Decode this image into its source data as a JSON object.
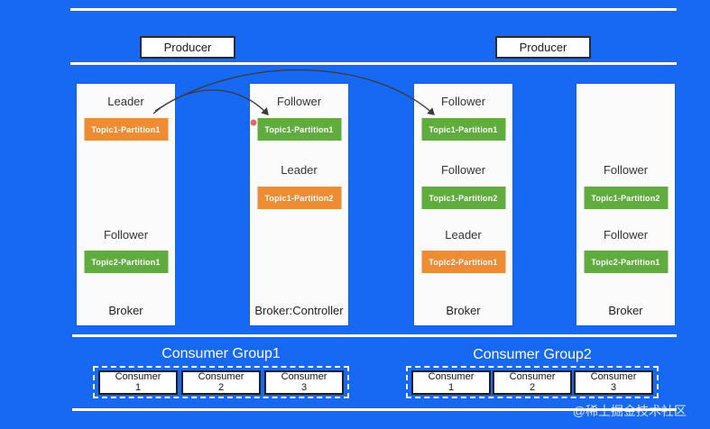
{
  "colors": {
    "background": "#1768F2",
    "orange_badge": "#EE8C33",
    "green_badge": "#61AC3F",
    "panel_bg": "#FBFBFB",
    "line": "#FFFFFF"
  },
  "producers": [
    {
      "label": "Producer"
    },
    {
      "label": "Producer"
    }
  ],
  "brokers": [
    {
      "footer": "Broker",
      "slots": [
        {
          "role": "Leader",
          "topic": "Topic1-Partition1",
          "color": "orange"
        },
        {
          "role": "",
          "topic": "",
          "color": "none"
        },
        {
          "role": "Follower",
          "topic": "Topic2-Partition1",
          "color": "green"
        }
      ]
    },
    {
      "footer": "Broker:Controller",
      "slots": [
        {
          "role": "Follower",
          "topic": "Topic1-Partition1",
          "color": "green"
        },
        {
          "role": "Leader",
          "topic": "Topic1-Partition2",
          "color": "orange"
        },
        {
          "role": "",
          "topic": "",
          "color": "none"
        }
      ]
    },
    {
      "footer": "Broker",
      "slots": [
        {
          "role": "Follower",
          "topic": "Topic1-Partition1",
          "color": "green"
        },
        {
          "role": "Follower",
          "topic": "Topic1-Partition2",
          "color": "green"
        },
        {
          "role": "Leader",
          "topic": "Topic2-Partition1",
          "color": "orange"
        }
      ]
    },
    {
      "footer": "Broker",
      "slots": [
        {
          "role": "",
          "topic": "",
          "color": "none"
        },
        {
          "role": "Follower",
          "topic": "Topic1-Partition2",
          "color": "green"
        },
        {
          "role": "Follower",
          "topic": "Topic2-Partition1",
          "color": "green"
        }
      ]
    }
  ],
  "replication_arrows": [
    {
      "from": "broker1 Topic1-Partition1 (Leader)",
      "to": "broker2 Topic1-Partition1 (Follower)"
    },
    {
      "from": "broker1 Topic1-Partition1 (Leader)",
      "to": "broker3 Topic1-Partition1 (Follower)"
    }
  ],
  "consumer_groups": [
    {
      "title": "Consumer Group1",
      "consumers": [
        {
          "name": "Consumer",
          "num": "1"
        },
        {
          "name": "Consumer",
          "num": "2"
        },
        {
          "name": "Consumer",
          "num": "3"
        }
      ]
    },
    {
      "title": "Consumer Group2",
      "consumers": [
        {
          "name": "Consumer",
          "num": "1"
        },
        {
          "name": "Consumer",
          "num": "2"
        },
        {
          "name": "Consumer",
          "num": "3"
        }
      ]
    }
  ],
  "watermark": "@稀土掘金技术社区"
}
